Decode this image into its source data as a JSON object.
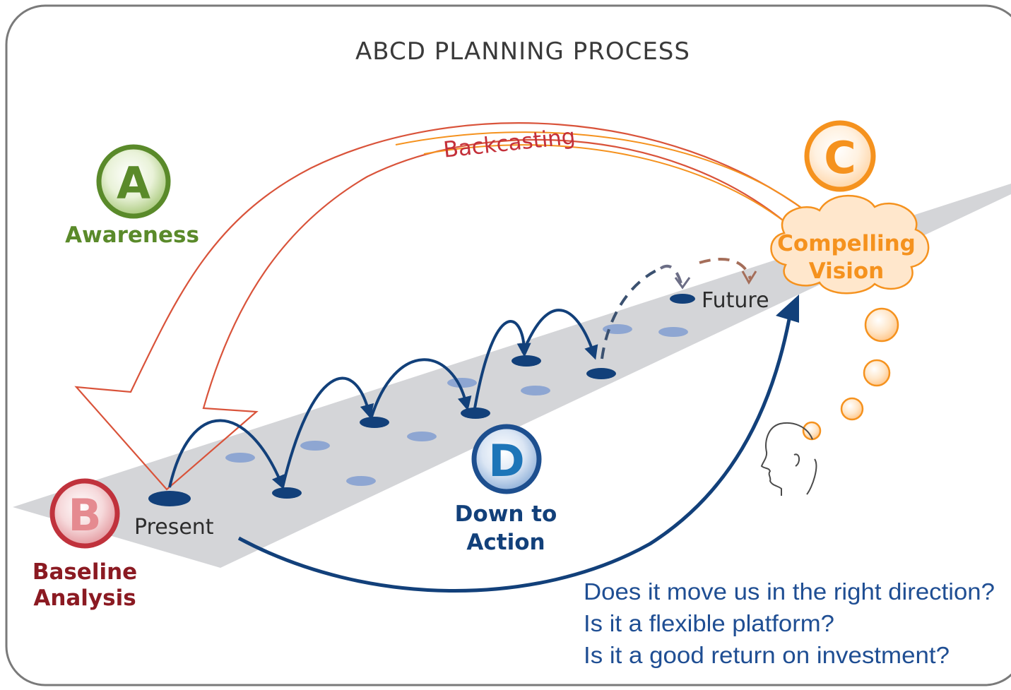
{
  "title": "ABCD PLANNING PROCESS",
  "backcasting": "Backcasting",
  "steps": {
    "a": {
      "letter": "A",
      "label": "Awareness"
    },
    "b": {
      "letter": "B",
      "label_line1": "Baseline",
      "label_line2": "Analysis"
    },
    "c": {
      "letter": "C",
      "cloud_line1": "Compelling",
      "cloud_line2": "Vision"
    },
    "d": {
      "letter": "D",
      "label_line1": "Down to",
      "label_line2": "Action"
    }
  },
  "path": {
    "present": "Present",
    "future": "Future"
  },
  "questions": [
    "Does it move us in the right direction?",
    "Is it a flexible platform?",
    "Is it a good return on investment?"
  ],
  "colors": {
    "awareness_green": "#5a8a2a",
    "baseline_red": "#8b1a22",
    "baseline_ring": "#c0323c",
    "vision_orange": "#f5921e",
    "action_blue": "#12407a",
    "action_ring": "#1d4f8f",
    "backcast_arrow": "#d9533a",
    "path_gray": "#d4d5d8",
    "frame_gray": "#7a7a7a"
  }
}
